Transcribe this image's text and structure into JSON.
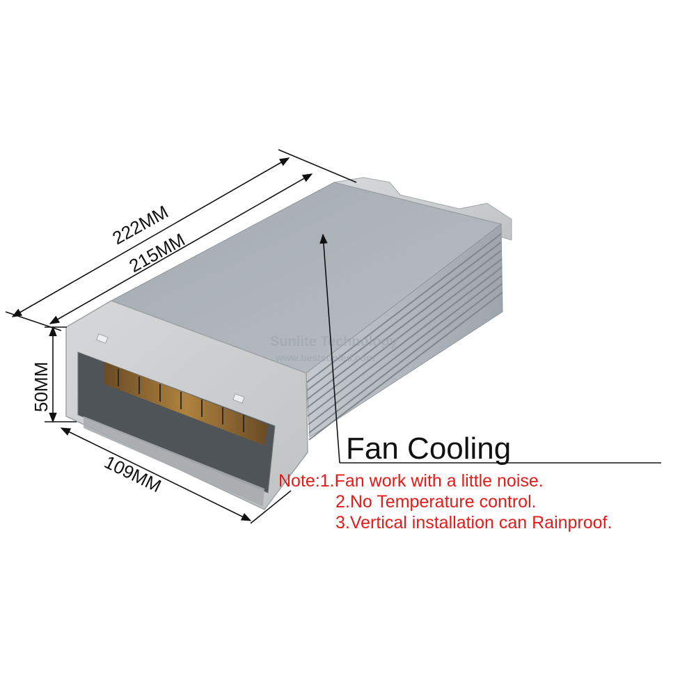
{
  "dimensions": {
    "length_outer": "222MM",
    "length_inner": "215MM",
    "height": "50MM",
    "width": "109MM"
  },
  "watermark": {
    "title": "Sunlite Technology",
    "url": "www.bestsunled.com"
  },
  "callout": {
    "title": "Fan Cooling",
    "note_prefix": "Note:",
    "notes": [
      "1.Fan work with a little noise.",
      "2.No Temperature control.",
      "3.Vertical installation can Rainproof."
    ]
  },
  "colors": {
    "note_text": "#e41b17",
    "housing_top": "#aab1b6",
    "end_cap": "#c9cccd",
    "aluminum_side": "#b7bdc2"
  }
}
